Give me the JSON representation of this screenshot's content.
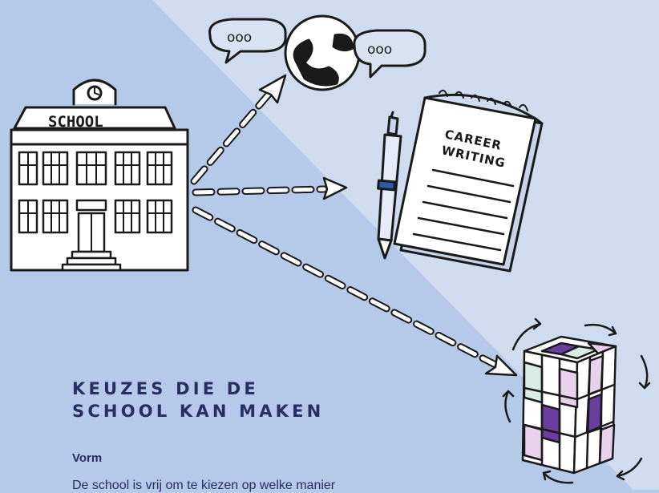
{
  "illustration": {
    "school_sign": "SCHOOL",
    "speech_bubble_left": "ooo",
    "speech_bubble_right": "ooo",
    "notebook_line1": "CAREER",
    "notebook_line2": "WRITING"
  },
  "section": {
    "heading_line1": "KEUZES DIE DE",
    "heading_line2": "SCHOOL KAN MAKEN",
    "subheading": "Vorm",
    "body_text": "De school is vrij om te kiezen op welke manier"
  },
  "colors": {
    "background": "#b5c9e8",
    "light_panel": "#cfdcf0",
    "heading": "#2a2d62",
    "cube_purple": "#6a3e9f",
    "cube_pink": "#e6d2ea",
    "cube_mint": "#d8ece6"
  }
}
